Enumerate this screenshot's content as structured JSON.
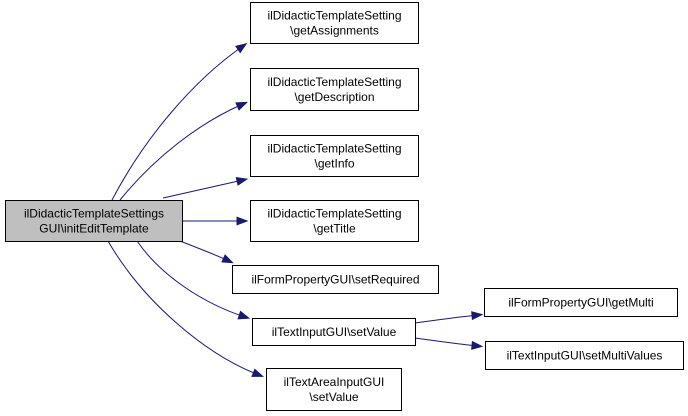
{
  "colors": {
    "root_fill": "#bfbfbf",
    "node_fill": "#ffffff",
    "border": "#000000",
    "edge": "#191970"
  },
  "nodes": {
    "root": {
      "lines": [
        "ilDidacticTemplateSettings",
        "GUI\\initEditTemplate"
      ]
    },
    "getAssignments": {
      "lines": [
        "ilDidacticTemplateSetting",
        "\\getAssignments"
      ]
    },
    "getDescription": {
      "lines": [
        "ilDidacticTemplateSetting",
        "\\getDescription"
      ]
    },
    "getInfo": {
      "lines": [
        "ilDidacticTemplateSetting",
        "\\getInfo"
      ]
    },
    "getTitle": {
      "lines": [
        "ilDidacticTemplateSetting",
        "\\getTitle"
      ]
    },
    "setRequired": {
      "lines": [
        "ilFormPropertyGUI\\setRequired"
      ]
    },
    "textSetValue": {
      "lines": [
        "ilTextInputGUI\\setValue"
      ]
    },
    "areaSetValue": {
      "lines": [
        "ilTextAreaInputGUI",
        "\\setValue"
      ]
    },
    "getMulti": {
      "lines": [
        "ilFormPropertyGUI\\getMulti"
      ]
    },
    "setMultiValues": {
      "lines": [
        "ilTextInputGUI\\setMultiValues"
      ]
    }
  },
  "edges": [
    [
      "root",
      "getAssignments"
    ],
    [
      "root",
      "getDescription"
    ],
    [
      "root",
      "getInfo"
    ],
    [
      "root",
      "getTitle"
    ],
    [
      "root",
      "setRequired"
    ],
    [
      "root",
      "textSetValue"
    ],
    [
      "root",
      "areaSetValue"
    ],
    [
      "textSetValue",
      "getMulti"
    ],
    [
      "textSetValue",
      "setMultiValues"
    ]
  ]
}
